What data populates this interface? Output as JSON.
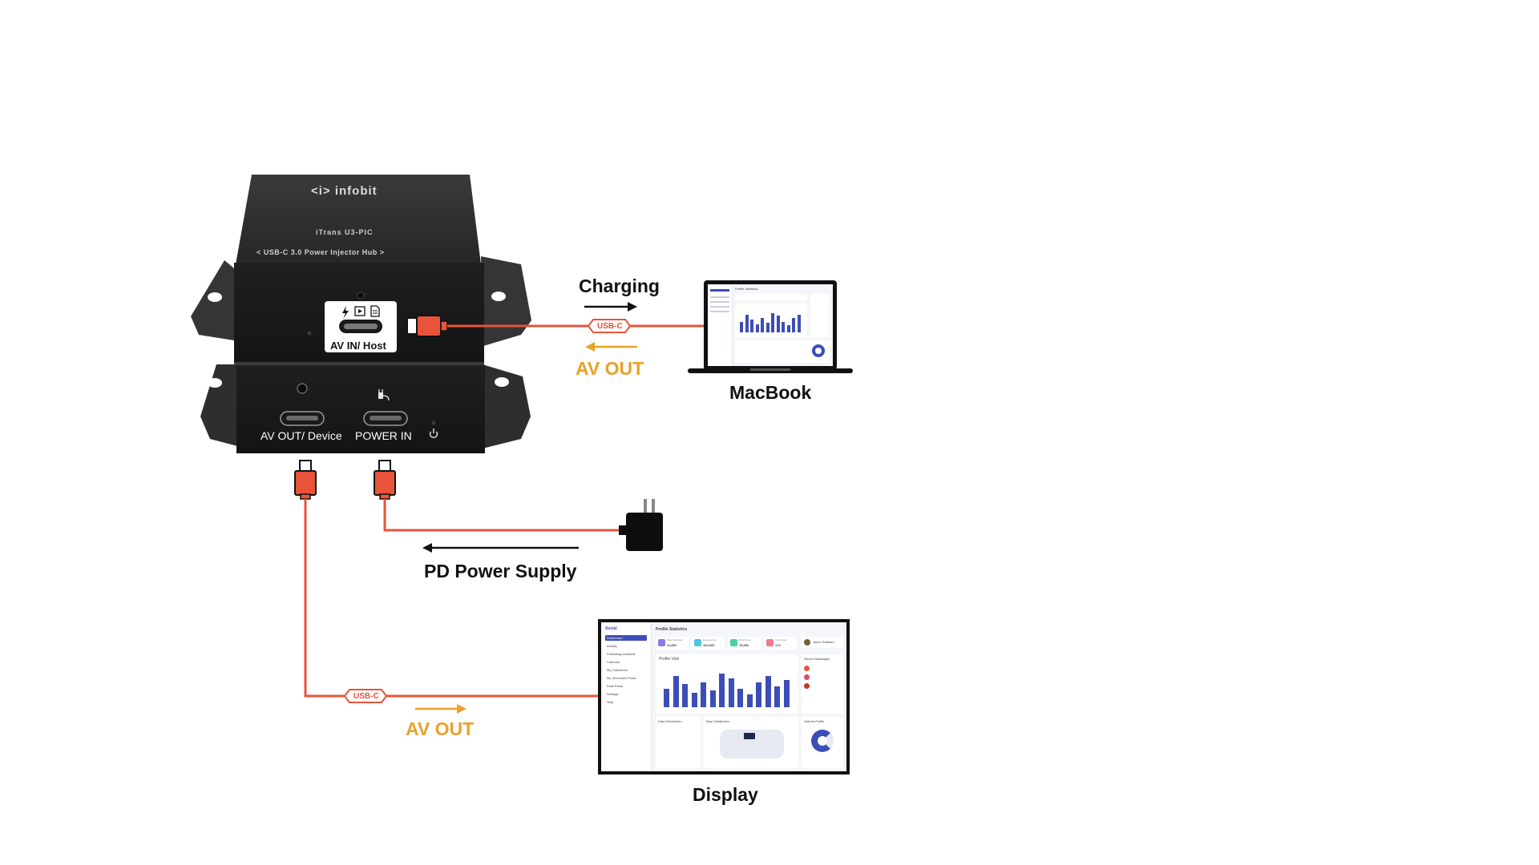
{
  "device": {
    "brand": "<i> infobit",
    "model": "iTrans U3-PIC",
    "subtitle": "< USB-C 3.0 Power Injector Hub >",
    "ports": {
      "av_in_host": "AV IN/ Host",
      "av_out_device": "AV OUT/ Device",
      "power_in": "POWER IN"
    }
  },
  "connections": {
    "macbook": {
      "label": "MacBook",
      "top_label": "Charging",
      "bottom_label": "AV OUT",
      "connector_tag": "USB-C"
    },
    "power": {
      "label": "PD Power Supply"
    },
    "display": {
      "label": "Display",
      "bottom_label": "AV OUT",
      "connector_tag": "USB-C"
    }
  },
  "screens": {
    "macbook": {
      "title": "Profile Statistics"
    },
    "display": {
      "app_name": "Social",
      "title": "Profile Statistics",
      "menu": [
        "Dashboard",
        "Activity",
        "Publishing schedule",
        "Calendar",
        "My Collections",
        "My Scheduled Posts",
        "Draft Posts",
        "Settings",
        "Help"
      ],
      "cards": [
        "Total Followers",
        "Engagement",
        "Total Posts",
        "Total Likes"
      ],
      "card_values": [
        "14,851",
        "102,600",
        "78,992",
        "174"
      ],
      "sections": [
        "Profile Visit",
        "Recent Messages",
        "Data Distribution",
        "Map Distribution",
        "Visitors Profile"
      ],
      "user": "Jason Statham",
      "bars": [
        0.45,
        0.75,
        0.55,
        0.35,
        0.6,
        0.4,
        0.8,
        0.7,
        0.45,
        0.3,
        0.6,
        0.75,
        0.5,
        0.65
      ]
    }
  },
  "colors": {
    "cable": "#e8533a",
    "av_out": "#e8a12a",
    "device_body": "#2b2b2b",
    "screen_bars": "#3d4db7"
  }
}
